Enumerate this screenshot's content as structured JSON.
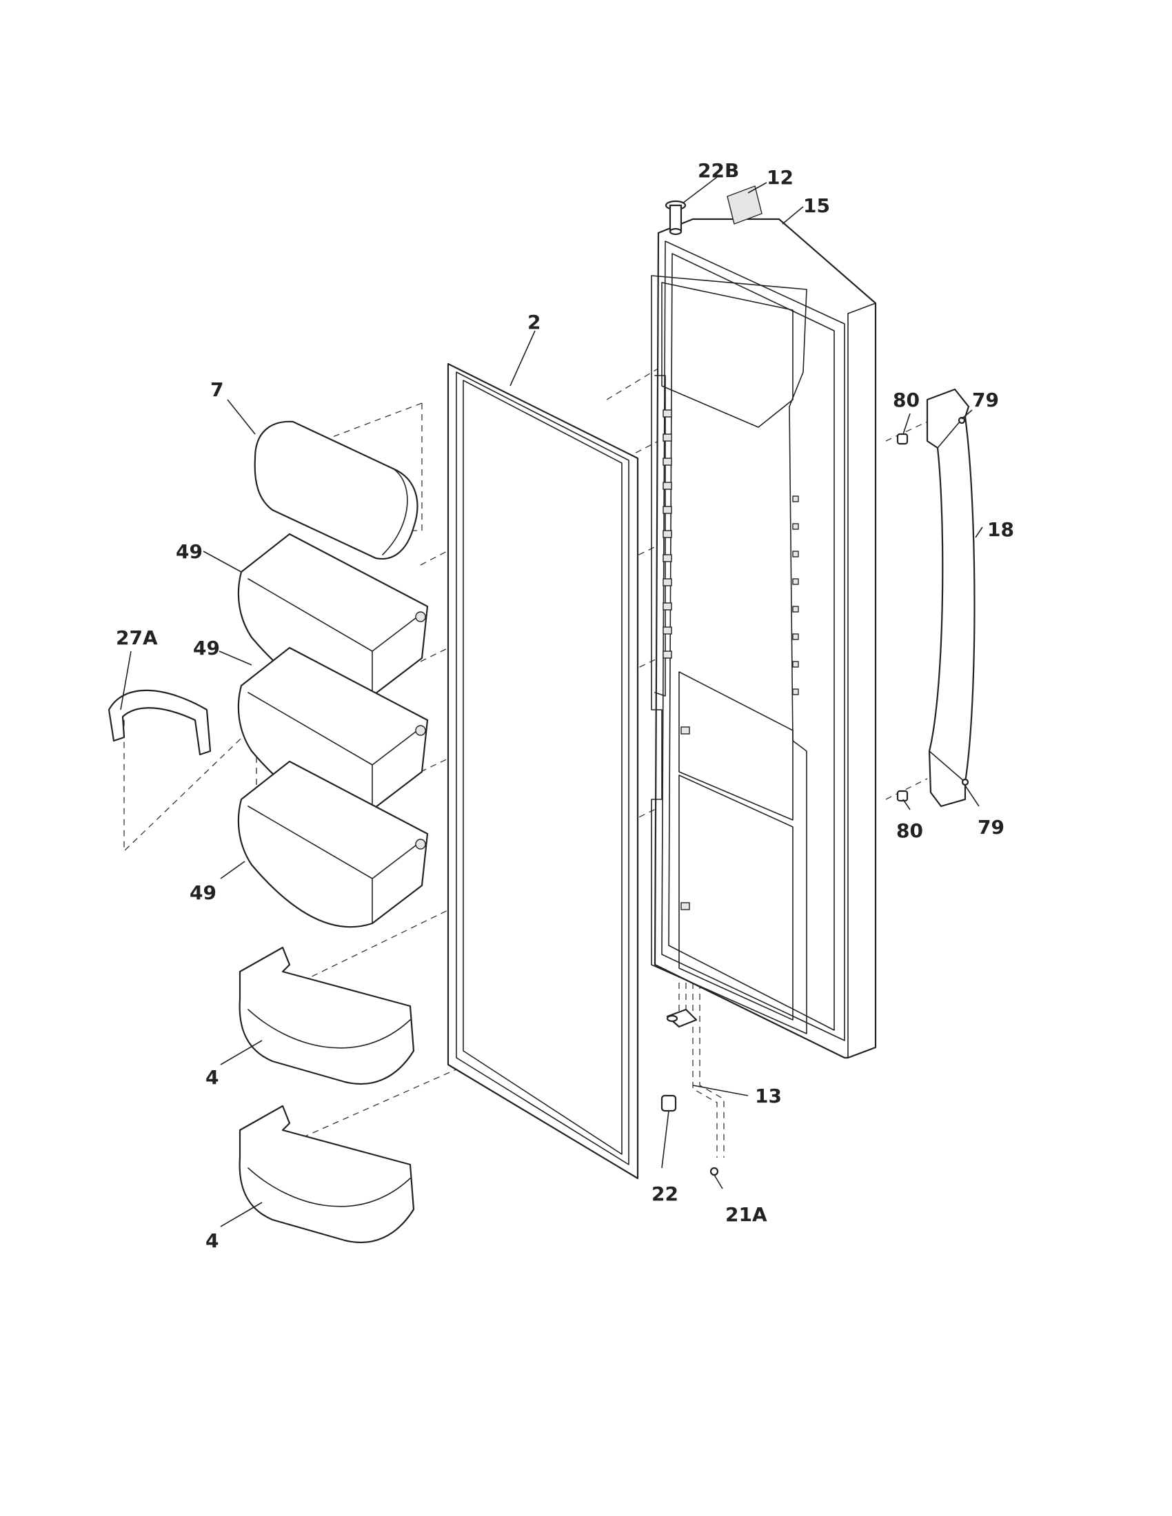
{
  "callouts": {
    "c22b": "22B",
    "c12": "12",
    "c15": "15",
    "c2": "2",
    "c7": "7",
    "c80_top": "80",
    "c79_top": "79",
    "c18": "18",
    "c49_top": "49",
    "c27a": "27A",
    "c49_mid": "49",
    "c80_bot": "80",
    "c79_bot": "79",
    "c49_bot": "49",
    "c4_top": "4",
    "c13": "13",
    "c22": "22",
    "c21a": "21A",
    "c4_bot": "4"
  }
}
